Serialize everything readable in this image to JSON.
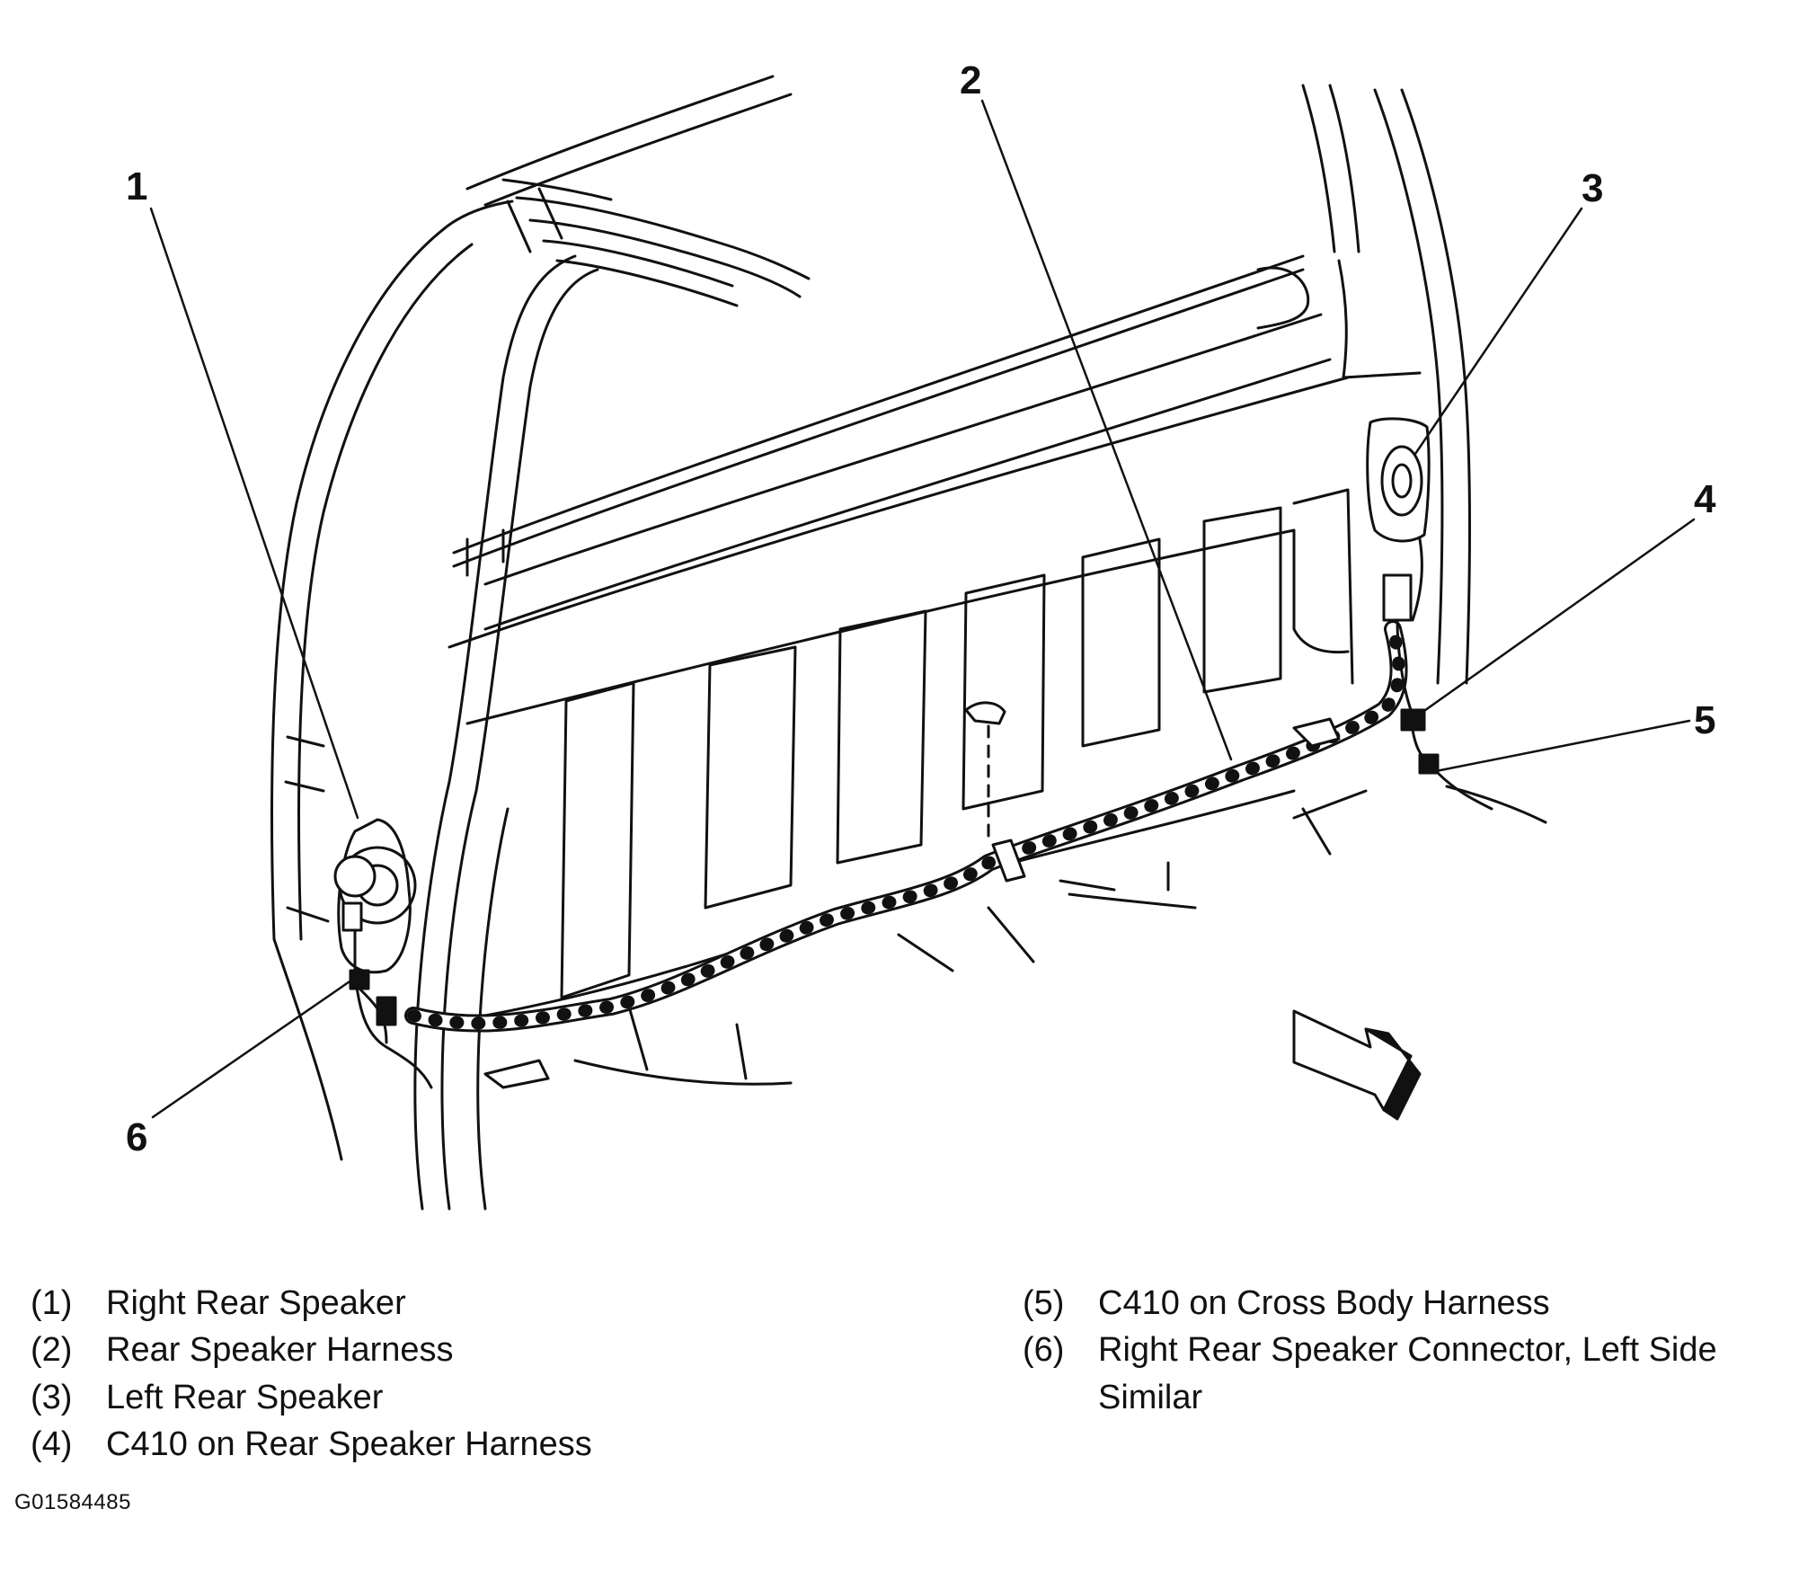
{
  "callouts": [
    "1",
    "2",
    "3",
    "4",
    "5",
    "6"
  ],
  "legend": {
    "left": [
      {
        "num": "(1)",
        "text": "Right Rear Speaker"
      },
      {
        "num": "(2)",
        "text": "Rear Speaker Harness"
      },
      {
        "num": "(3)",
        "text": "Left Rear Speaker"
      },
      {
        "num": "(4)",
        "text": "C410 on Rear Speaker Harness"
      }
    ],
    "right": [
      {
        "num": "(5)",
        "text": "C410 on Cross Body Harness"
      },
      {
        "num": "(6)",
        "text": "Right Rear Speaker Connector, Left Side Similar"
      }
    ]
  },
  "figure_id": "G01584485",
  "colors": {
    "ink": "#111111",
    "paper": "#ffffff"
  }
}
